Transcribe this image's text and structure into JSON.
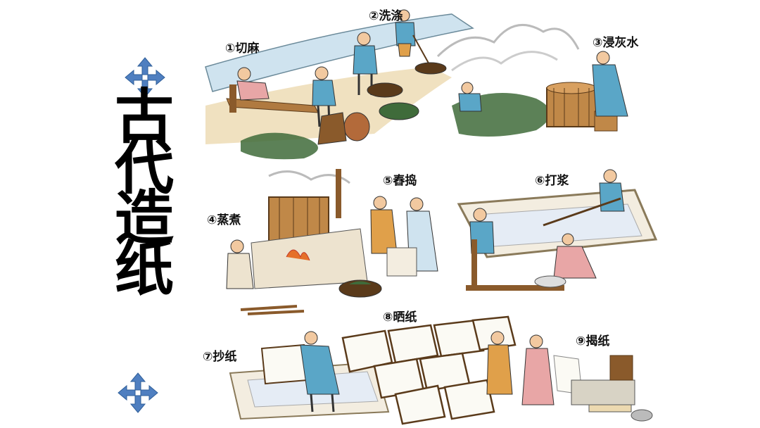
{
  "slide": {
    "title_chars": [
      "古",
      "代",
      "造",
      "纸"
    ],
    "handles": [
      "move-handle-top",
      "move-handle-bottom"
    ]
  },
  "illustration": {
    "steps": [
      {
        "id": "step1",
        "label": "①切麻"
      },
      {
        "id": "step2",
        "label": "②洗涤"
      },
      {
        "id": "step3",
        "label": "③浸灰水"
      },
      {
        "id": "step4",
        "label": "④蒸煮"
      },
      {
        "id": "step5",
        "label": "⑤舂捣"
      },
      {
        "id": "step6",
        "label": "⑥打浆"
      },
      {
        "id": "step7",
        "label": "⑦抄纸"
      },
      {
        "id": "step8",
        "label": "⑧晒纸"
      },
      {
        "id": "step9",
        "label": "⑨揭纸"
      }
    ]
  },
  "colors": {
    "accent_handle": "#4f7fc0",
    "water": "#cfe3ef",
    "sand": "#ecd9b0",
    "wood": "#8a5a2b",
    "skin": "#f2c9a0",
    "robe_blue": "#5aa6c7",
    "robe_pink": "#e8a6a6",
    "robe_orange": "#e0a04a",
    "green_leaves": "#3f6b3a"
  }
}
